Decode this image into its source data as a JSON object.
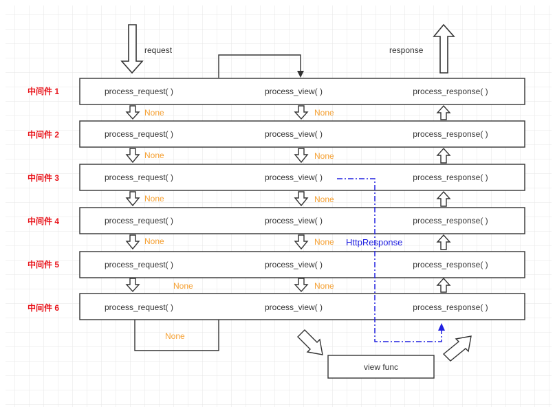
{
  "labels": {
    "request": "request",
    "response": "response",
    "none": "None",
    "http_response": "HttpResponse",
    "view_func": "view func"
  },
  "middlewares": [
    {
      "name": "中间件 1",
      "request": "process_request( )",
      "view": "process_view( )",
      "response": "process_response( )"
    },
    {
      "name": "中间件 2",
      "request": "process_request( )",
      "view": "process_view( )",
      "response": "process_response( )"
    },
    {
      "name": "中间件 3",
      "request": "process_request( )",
      "view": "process_view( )",
      "response": "process_response( )"
    },
    {
      "name": "中间件 4",
      "request": "process_request( )",
      "view": "process_view( )",
      "response": "process_response( )"
    },
    {
      "name": "中间件 5",
      "request": "process_request( )",
      "view": "process_view( )",
      "response": "process_response( )"
    },
    {
      "name": "中间件 6",
      "request": "process_request( )",
      "view": "process_view( )",
      "response": "process_response( )"
    }
  ],
  "colors": {
    "grid": "#e6e6e6",
    "line": "#333333",
    "label_red": "#e8141b",
    "none_orange": "#f5a032",
    "http_blue": "#2020e0"
  }
}
